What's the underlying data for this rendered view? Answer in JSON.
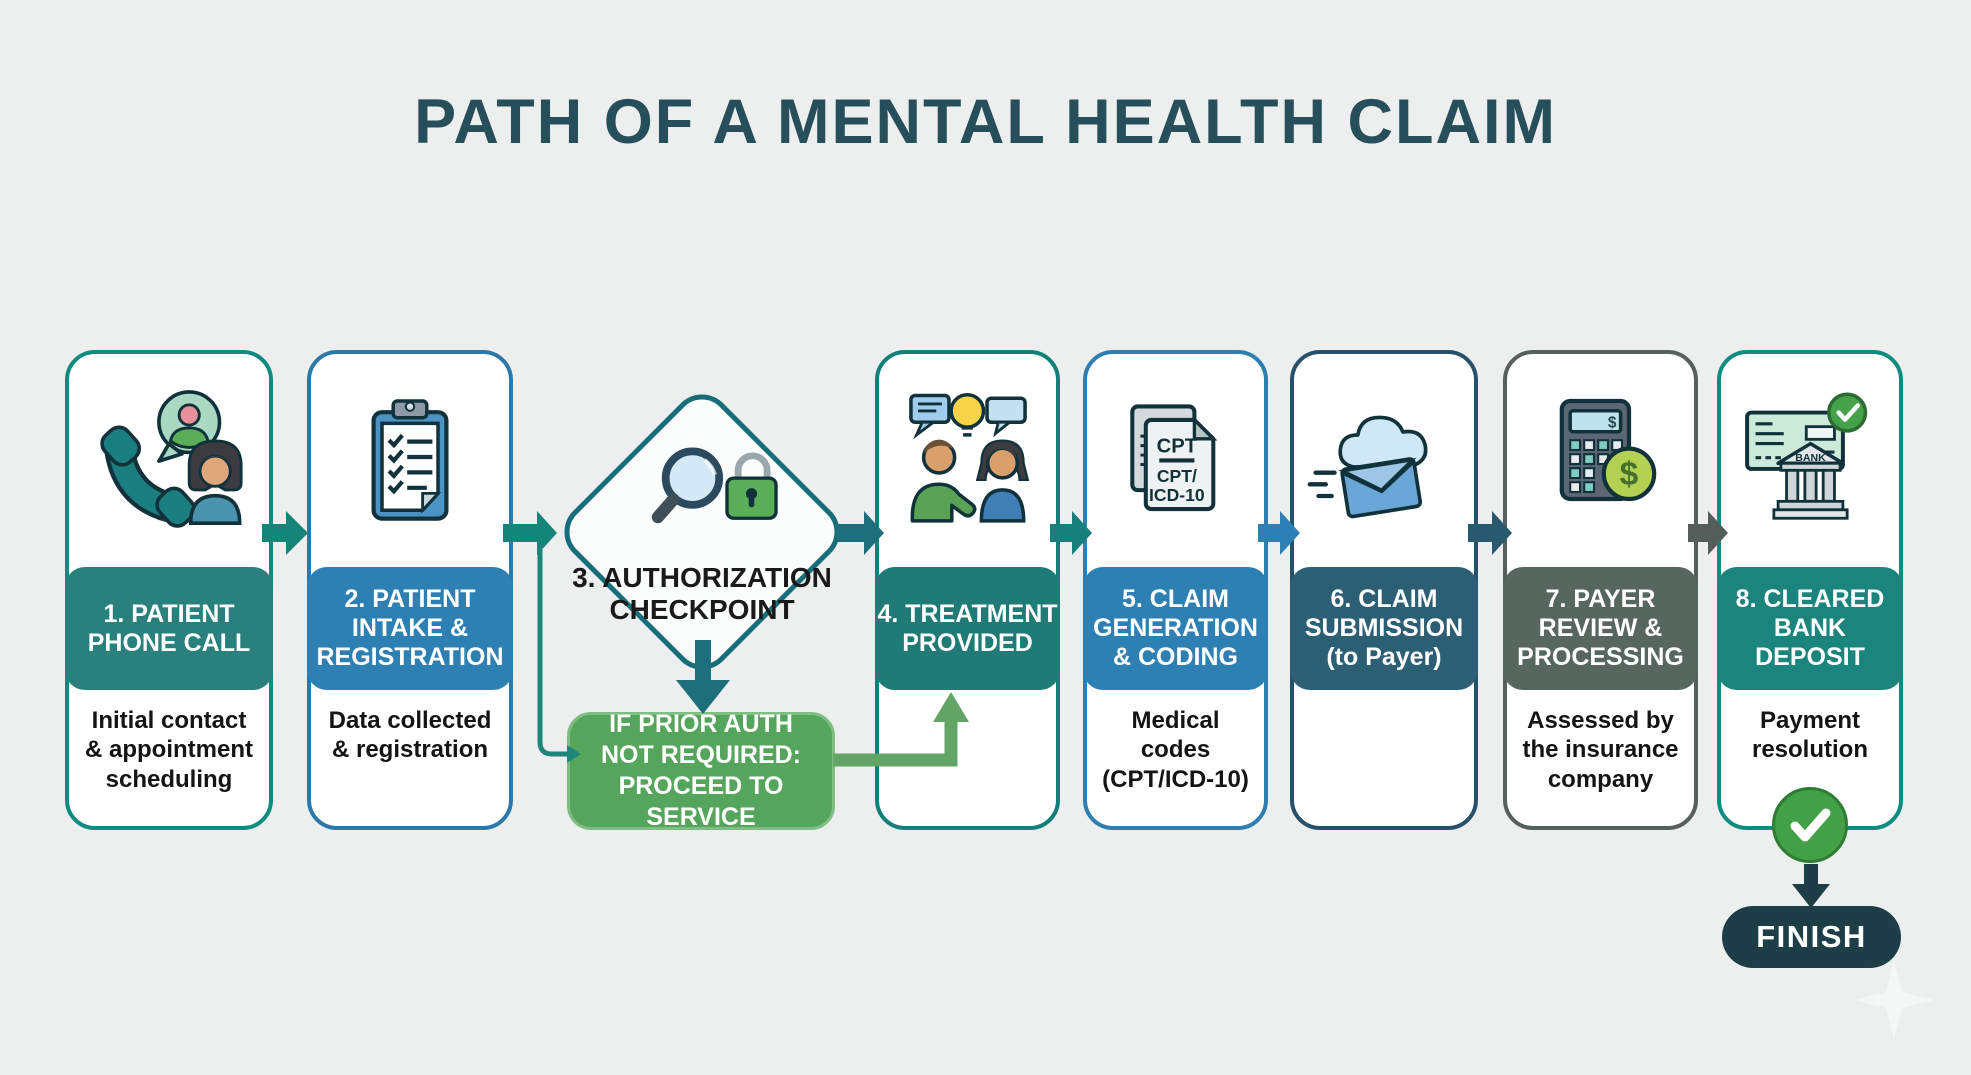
{
  "title": "PATH OF A MENTAL HEALTH CLAIM",
  "steps": [
    {
      "label": "1. PATIENT\nPHONE CALL",
      "caption": "Initial contact\n& appointment\nscheduling",
      "band_color": "#2a807c",
      "border_color": "#0f8c80",
      "icon": "phone-person-icon"
    },
    {
      "label": "2. PATIENT\nINTAKE &\nREGISTRATION",
      "caption": "Data collected\n& registration",
      "band_color": "#2f80b2",
      "border_color": "#2a79a8",
      "icon": "clipboard-checklist-icon"
    },
    {
      "label": "3. AUTHORIZATION\nCHECKPOINT",
      "caption": "",
      "shape": "diamond",
      "band_color": "",
      "border_color": "#176e79",
      "icon": "magnifier-lock-icon"
    },
    {
      "label": "4. TREATMENT\nPROVIDED",
      "caption": "",
      "band_color": "#207b76",
      "border_color": "#128078",
      "icon": "therapy-conversation-icon"
    },
    {
      "label": "5. CLAIM\nGENERATION\n& CODING",
      "caption": "Medical\ncodes\n(CPT/ICD-10)",
      "band_color": "#2f80b2",
      "border_color": "#2e7fb0",
      "icon": "cpt-documents-icon"
    },
    {
      "label": "6. CLAIM\nSUBMISSION\n(to Payer)",
      "caption": "",
      "band_color": "#2d5f74",
      "border_color": "#27506a",
      "icon": "email-cloud-icon"
    },
    {
      "label": "7. PAYER\nREVIEW &\nPROCESSING",
      "caption": "Assessed by\nthe insurance\ncompany",
      "band_color": "#57665f",
      "border_color": "#575f5d",
      "icon": "calculator-dollar-icon"
    },
    {
      "label": "8. CLEARED\nBANK\nDEPOSIT",
      "caption": "Payment\nresolution",
      "band_color": "#1b857d",
      "border_color": "#0f8c80",
      "icon": "bank-check-icon"
    }
  ],
  "branch": {
    "label": "IF PRIOR AUTH\nNOT REQUIRED:\nPROCEED TO SERVICE",
    "color": "#55a65c"
  },
  "finish": {
    "label": "FINISH",
    "color": "#1e3e47"
  },
  "icon_text": {
    "doc_top": "CPT",
    "doc_mid": "CPT/",
    "doc_bot": "ICD-10",
    "bank": "BANK",
    "calc_screen": "$",
    "coin": "$"
  },
  "colors": {
    "background": "#edeeee",
    "title": "#274f5b",
    "green_arrow": "#62a566",
    "check_green": "#43a047",
    "teal_arrow": "#148578",
    "blue_arrow": "#2e80b4",
    "navy_arrow": "#29596f",
    "gray_arrow": "#535e5a"
  }
}
